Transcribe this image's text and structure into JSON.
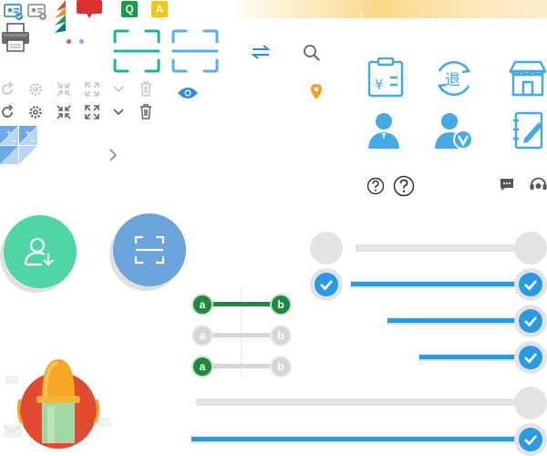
{
  "colors": {
    "accent_blue": "#3fa3e8",
    "teal": "#1eb593",
    "slider_blue": "#2a9be3",
    "slider_gray": "#e3e3e3",
    "green_ab": "#1f8a3d",
    "gray_ab": "#d6d6d6",
    "fab_green": "#4fd6a4",
    "fab_blue": "#6ba3db",
    "badge_q": "#169c4a",
    "badge_a": "#f5c518",
    "badge_red": "#e03131",
    "location": "#f5a21c"
  },
  "badges": {
    "q": "Q",
    "a": "A"
  },
  "service_icons": {
    "invoice_currency": "¥",
    "refund_char": "退"
  },
  "ab_toggles": [
    {
      "left": "a",
      "right": "b",
      "state": "on-green"
    },
    {
      "left": "a",
      "right": "b",
      "state": "off"
    },
    {
      "left": "a",
      "right": "b",
      "state": "half-green"
    }
  ],
  "sliders": [
    {
      "type": "toggle",
      "value": 0
    },
    {
      "type": "toggle",
      "value": 1
    },
    {
      "type": "range",
      "value": 0.58
    },
    {
      "type": "range",
      "value": 0.44
    },
    {
      "type": "range",
      "value": 0
    },
    {
      "type": "range",
      "value": 1
    }
  ],
  "icons": [
    "id-card-icon",
    "id-card-settings-icon",
    "stripe-flag-icon",
    "message-badge-icon",
    "printer-icon",
    "scan-frame-icon",
    "swap-arrows-icon",
    "search-icon",
    "eye-icon",
    "location-pin-icon",
    "refresh-icon",
    "gear-icon",
    "collapse-icon",
    "expand-icon",
    "chevron-down-icon",
    "trash-icon",
    "chevron-right-icon",
    "invoice-icon",
    "refund-icon",
    "store-icon",
    "user-icon",
    "user-verified-icon",
    "notebook-edit-icon",
    "help-icon",
    "chat-icon",
    "headset-icon",
    "user-download-icon",
    "alarm-light-icon",
    "envelope-icon"
  ]
}
